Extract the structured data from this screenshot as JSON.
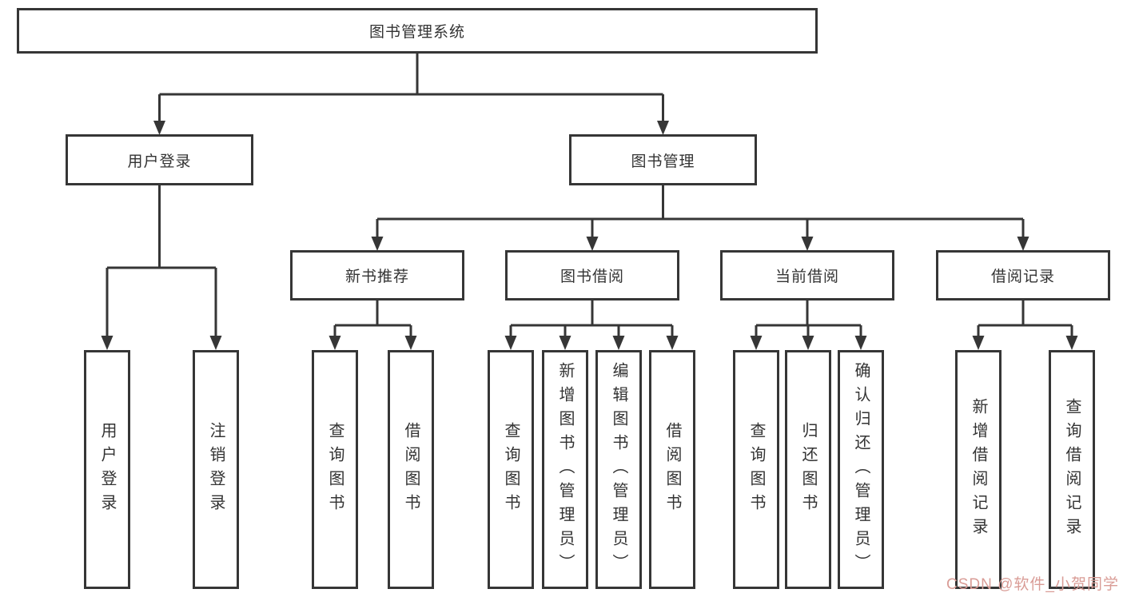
{
  "tree": {
    "label": "图书管理系统",
    "children": [
      {
        "label": "用户登录",
        "children": [
          {
            "label": "用户登录"
          },
          {
            "label": "注销登录"
          }
        ]
      },
      {
        "label": "图书管理",
        "children": [
          {
            "label": "新书推荐",
            "children": [
              {
                "label": "查询图书"
              },
              {
                "label": "借阅图书"
              }
            ]
          },
          {
            "label": "图书借阅",
            "children": [
              {
                "label": "查询图书"
              },
              {
                "label": "新增图书（管理员）"
              },
              {
                "label": "编辑图书（管理员）"
              },
              {
                "label": "借阅图书"
              }
            ]
          },
          {
            "label": "当前借阅",
            "children": [
              {
                "label": "查询图书"
              },
              {
                "label": "归还图书"
              },
              {
                "label": "确认归还（管理员）"
              }
            ]
          },
          {
            "label": "借阅记录",
            "children": [
              {
                "label": "新增借阅记录"
              },
              {
                "label": "查询借阅记录"
              }
            ]
          }
        ]
      }
    ]
  },
  "colors": {
    "line": "#363636",
    "text": "#333333",
    "watermark": "#d99c96"
  },
  "watermark": {
    "text": "CSDN @软件_小贺同学"
  }
}
